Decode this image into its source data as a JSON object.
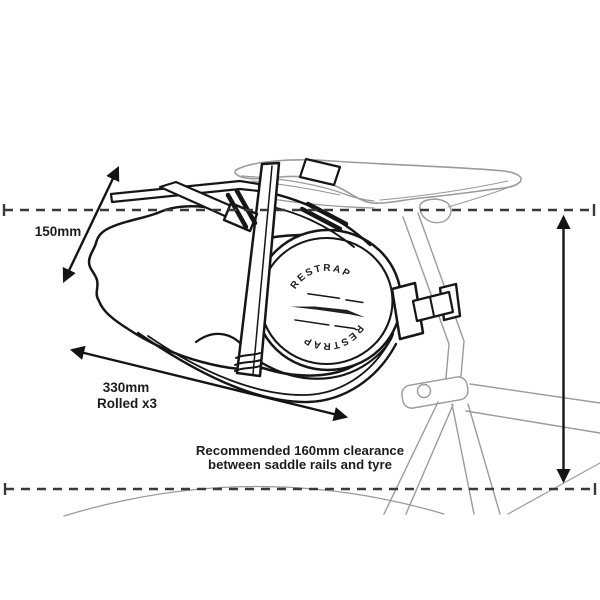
{
  "diagram": {
    "title_hidden": "",
    "measurements": {
      "bag_height": {
        "label": "150mm"
      },
      "bag_length": {
        "label": "330mm",
        "sub": "Rolled x3"
      },
      "clearance_note": {
        "line1": "Recommended 160mm clearance",
        "line2": "between saddle rails and tyre"
      }
    },
    "logo": {
      "brand_top": "RESTRAP",
      "brand_bottom": "RESTRAP"
    },
    "colors": {
      "ink": "#161616",
      "guide_dash": "#3a3a3a",
      "frame_gray": "#9b9b9b",
      "background": "#ffffff"
    }
  }
}
